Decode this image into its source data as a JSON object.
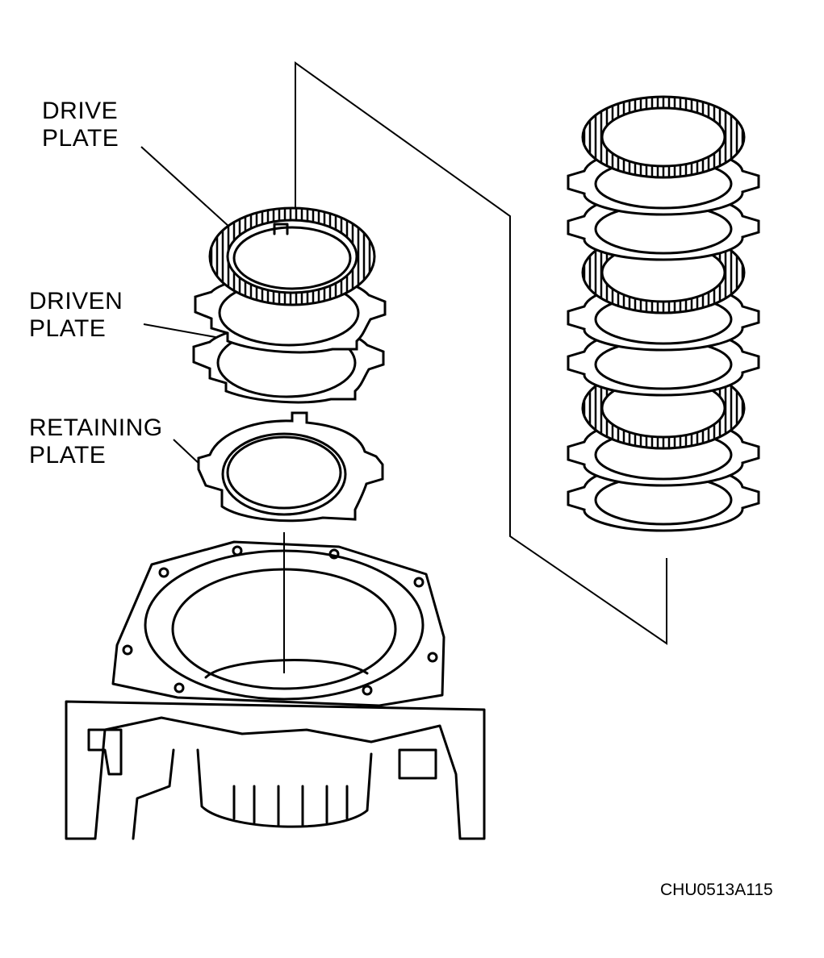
{
  "labels": {
    "drive_plate": [
      "DRIVE",
      "PLATE"
    ],
    "driven_plate": [
      "DRIVEN",
      "PLATE"
    ],
    "retaining_plate": [
      "RETAINING",
      "PLATE"
    ]
  },
  "figure_code": "CHU0513A115",
  "colors": {
    "ink": "#000000",
    "paper": "#ffffff"
  },
  "stack_order": [
    "drive",
    "driven",
    "driven",
    "drive",
    "driven",
    "driven",
    "drive",
    "driven",
    "driven"
  ]
}
